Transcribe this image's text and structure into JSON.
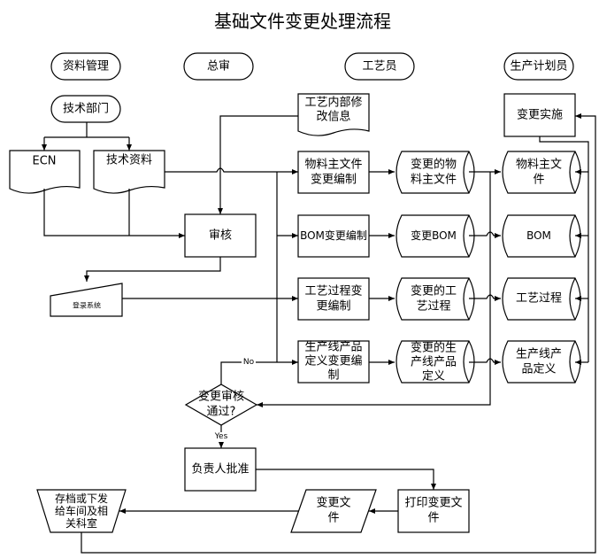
{
  "title": "基础文件变更处理流程",
  "lanes": [
    "资料管理",
    "总审",
    "工艺员",
    "生产计划员"
  ],
  "nodes": {
    "tech_dept": "技术部门",
    "ecn": "ECN",
    "tech_doc": "技术资料",
    "review": "审核",
    "login_system": "登录系统",
    "craft_internal": [
      "工艺内部修",
      "改信息"
    ],
    "material_edit": [
      "物料主文件",
      "变更编制"
    ],
    "bom_edit": "BOM变更编制",
    "process_edit": [
      "工艺过程变",
      "更编制"
    ],
    "line_edit": [
      "生产线产品",
      "定义变更编",
      "制"
    ],
    "changed_material": [
      "变更的物",
      "料主文件"
    ],
    "changed_bom": "变更BOM",
    "changed_process": [
      "变更的工",
      "艺过程"
    ],
    "changed_line": [
      "变更的生",
      "产线产品",
      "定义"
    ],
    "implement": "变更实施",
    "material_db": [
      "物料主文",
      "件"
    ],
    "bom_db": "BOM",
    "process_db": "工艺过程",
    "line_db": [
      "生产线产",
      "品定义"
    ],
    "decision": [
      "变更审核",
      "通过?"
    ],
    "approve": "负责人批准",
    "print": [
      "打印变更文",
      "件"
    ],
    "change_doc": [
      "变更文",
      "件"
    ],
    "archive": [
      "存档或下发",
      "给车间及相",
      "关科室"
    ]
  },
  "edge_labels": {
    "no": "No",
    "yes": "Yes"
  }
}
